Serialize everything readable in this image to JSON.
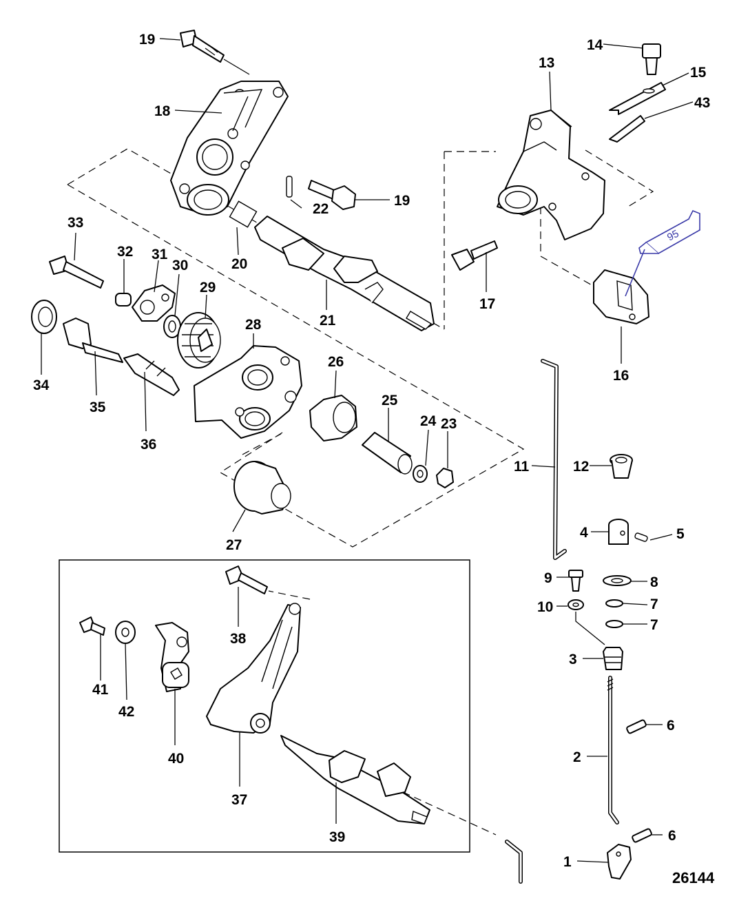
{
  "diagram": {
    "figure_number": "26144",
    "tube_label": "95",
    "labels": {
      "l1": "1",
      "l2": "2",
      "l3": "3",
      "l4": "4",
      "l5": "5",
      "l6a": "6",
      "l6b": "6",
      "l7a": "7",
      "l7b": "7",
      "l8": "8",
      "l9": "9",
      "l10": "10",
      "l11": "11",
      "l12": "12",
      "l13": "13",
      "l14": "14",
      "l15": "15",
      "l16": "16",
      "l17": "17",
      "l18": "18",
      "l19a": "19",
      "l19b": "19",
      "l20": "20",
      "l21": "21",
      "l22": "22",
      "l23": "23",
      "l24": "24",
      "l25": "25",
      "l26": "26",
      "l27": "27",
      "l28": "28",
      "l29": "29",
      "l30": "30",
      "l31": "31",
      "l32": "32",
      "l33": "33",
      "l34": "34",
      "l35": "35",
      "l36": "36",
      "l37": "37",
      "l38": "38",
      "l39": "39",
      "l40": "40",
      "l41": "41",
      "l42": "42",
      "l43": "43"
    }
  }
}
